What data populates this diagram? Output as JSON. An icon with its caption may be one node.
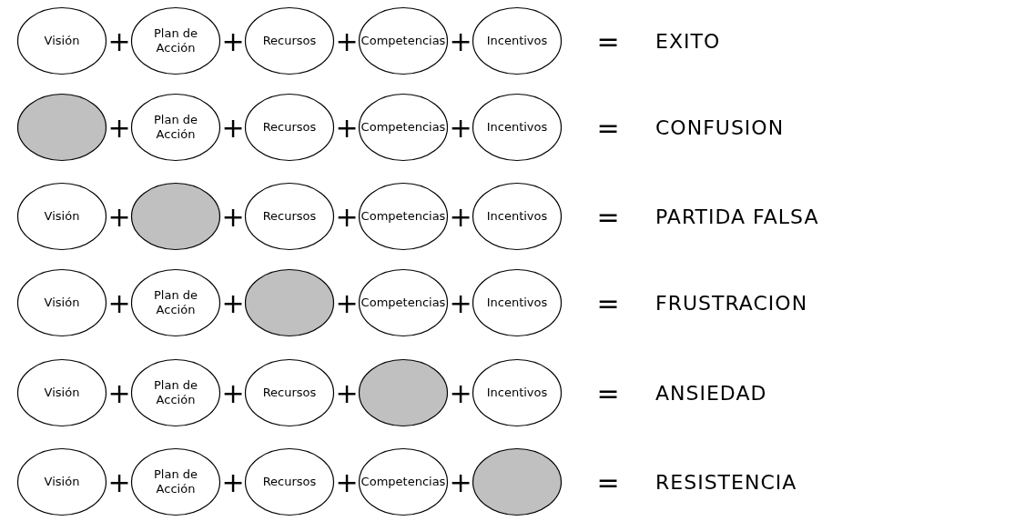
{
  "diagram": {
    "nodes": [
      {
        "text": [
          "Visión"
        ]
      },
      {
        "text": [
          "Plan de Acción"
        ]
      },
      {
        "text": [
          "Recursos"
        ]
      },
      {
        "text": [
          "Competencias"
        ]
      },
      {
        "text": [
          "Incentivos"
        ]
      },
      {
        "text": [],
        "shape": "ellipse"
      },
      {
        "text": [
          "Plan de Acción"
        ]
      },
      {
        "text": [
          "Recursos"
        ]
      },
      {
        "text": [
          "Competencias"
        ]
      },
      {
        "text": [
          "Incentivos"
        ]
      },
      {
        "text": [
          "Visión"
        ]
      },
      {
        "text": [],
        "shape": "ellipse"
      },
      {
        "text": [
          "Recursos"
        ]
      },
      {
        "text": [
          "Competencias"
        ]
      },
      {
        "text": [
          "Incentivos"
        ]
      },
      {
        "text": [
          "Visión"
        ]
      },
      {
        "text": [
          "Plan de Acción"
        ]
      },
      {
        "text": [],
        "shape": "ellipse"
      },
      {
        "text": [
          "Competencias"
        ]
      },
      {
        "text": [
          "Incentivos"
        ]
      },
      {
        "text": [
          "Visión"
        ]
      },
      {
        "text": [
          "Plan de Acción"
        ]
      },
      {
        "text": [
          "Recursos"
        ]
      },
      {
        "text": [],
        "shape": "ellipse"
      },
      {
        "text": [
          "Incentivos"
        ]
      },
      {
        "text": [
          "Visión"
        ]
      },
      {
        "text": [
          "Plan de Acción"
        ]
      },
      {
        "text": [
          "Recursos"
        ]
      },
      {
        "text": [
          "Competencias"
        ]
      },
      {
        "text": [],
        "shape": "ellipse"
      }
    ],
    "edges": [],
    "labels": [
      "+",
      "+",
      "+",
      "+",
      "=",
      "EXITO",
      "+",
      "+",
      "+",
      "+",
      "=",
      "CONFUSION",
      "+",
      "+",
      "+",
      "+",
      "=",
      "PARTIDA FALSA",
      "+",
      "+",
      "+",
      "+",
      "=",
      "FRUSTRACION",
      "+",
      "+",
      "+",
      "+",
      "=",
      "ANSIEDAD",
      "+",
      "+",
      "+",
      "+",
      "=",
      "RESISTENCIA"
    ]
  }
}
